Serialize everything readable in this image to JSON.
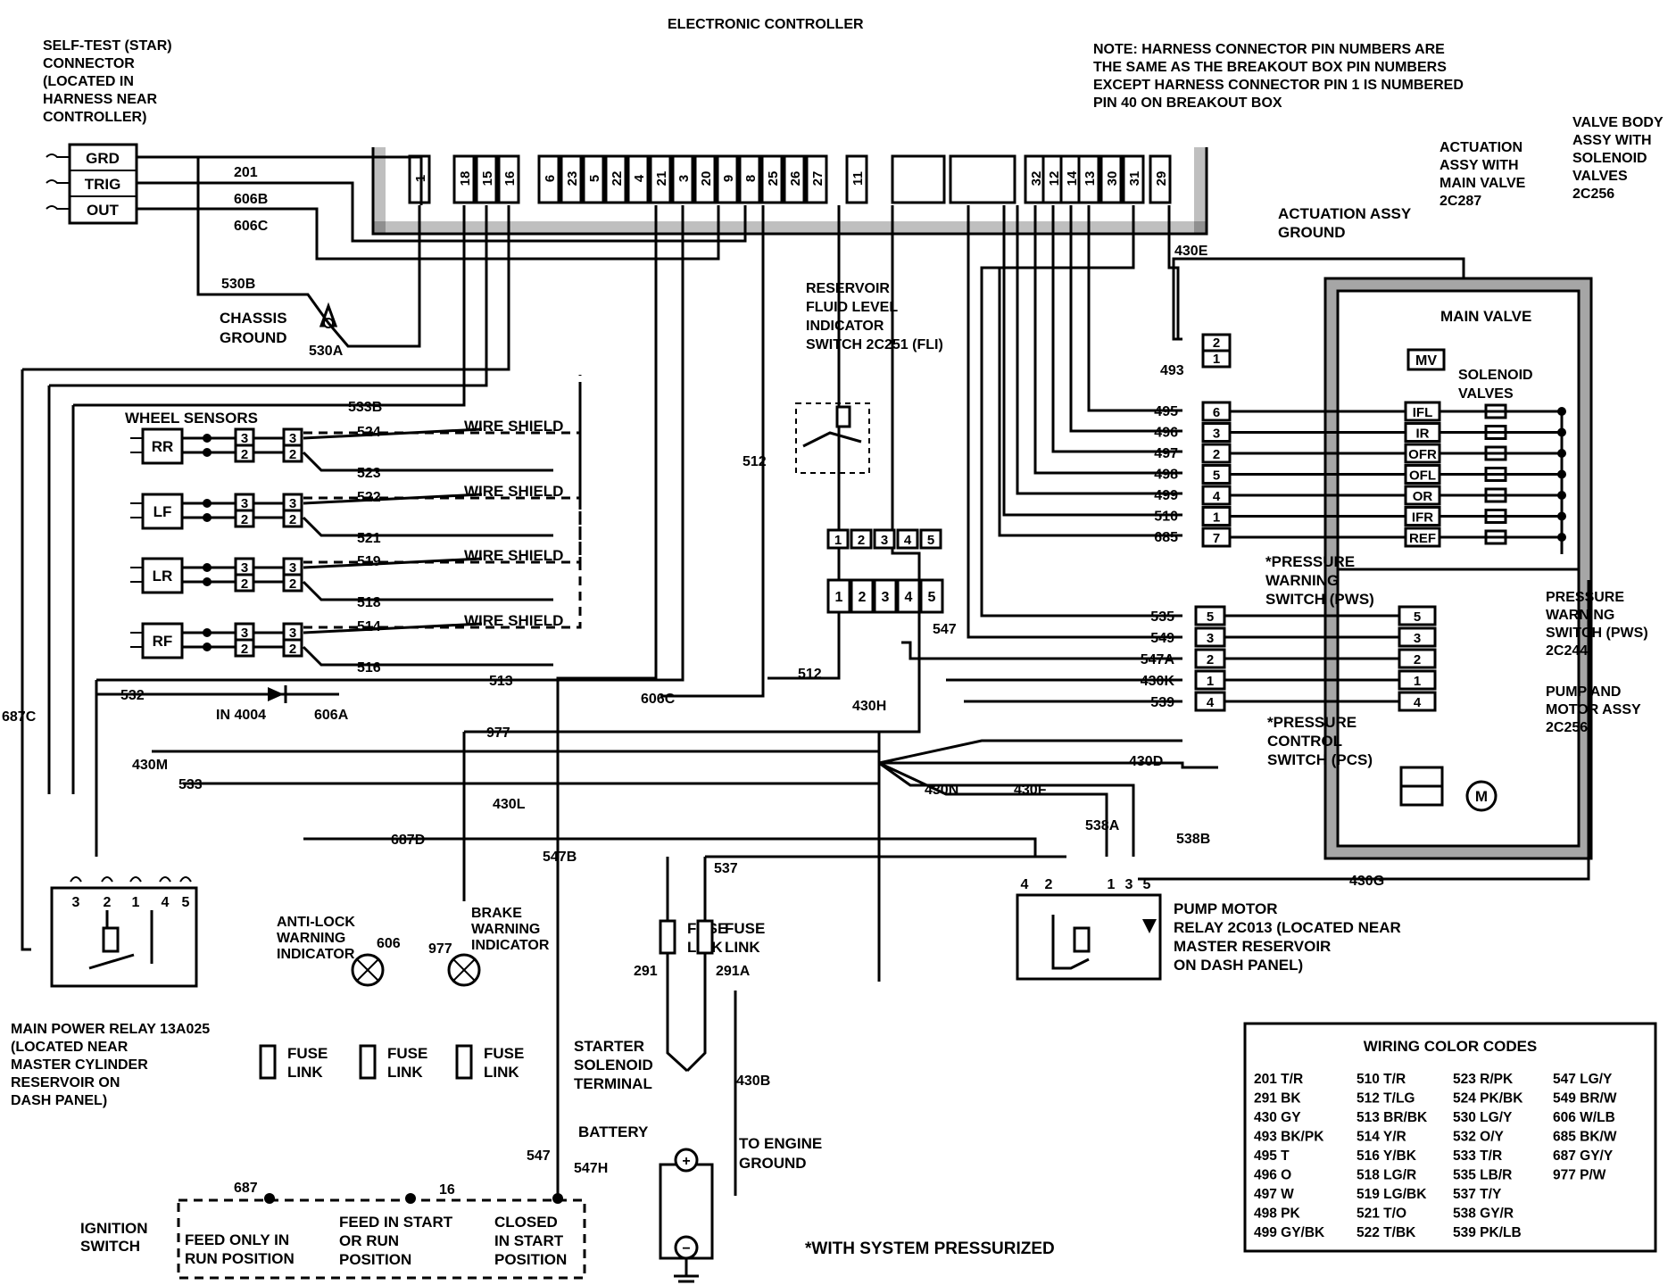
{
  "title": "ELECTRONIC CONTROLLER",
  "note": [
    "NOTE: HARNESS CONNECTOR PIN NUMBERS ARE",
    "THE SAME AS THE BREAKOUT BOX PIN NUMBERS",
    "EXCEPT HARNESS CONNECTOR PIN 1 IS NUMBERED",
    "PIN 40 ON BREAKOUT BOX"
  ],
  "self_test": {
    "label": [
      "SELF-TEST (STAR)",
      "CONNECTOR",
      "(LOCATED IN",
      "HARNESS NEAR",
      "CONTROLLER)"
    ],
    "pins": [
      "GRD",
      "TRIG",
      "OUT"
    ]
  },
  "controller_pins": [
    "1",
    "18",
    "15",
    "16",
    "6",
    "23",
    "5",
    "22",
    "4",
    "21",
    "3",
    "20",
    "9",
    "8",
    "25",
    "26",
    "27",
    "11",
    "32",
    "12",
    "14",
    "13",
    "30",
    "31",
    "29"
  ],
  "wheel_sensors": {
    "title": "WHEEL SENSORS",
    "sensors": [
      {
        "name": "RR",
        "top": "524",
        "bottom": "523",
        "shield": "WIRE SHIELD"
      },
      {
        "name": "LF",
        "top": "522",
        "bottom": "521",
        "shield": "WIRE SHIELD"
      },
      {
        "name": "LR",
        "top": "519",
        "bottom": "518",
        "shield": "WIRE SHIELD"
      },
      {
        "name": "RF",
        "top": "514",
        "bottom": "516",
        "shield": "WIRE SHIELD"
      }
    ],
    "pin_labels": [
      "3",
      "2"
    ]
  },
  "chassis_ground": [
    "CHASSIS",
    "GROUND"
  ],
  "wire_labels": {
    "w201": "201",
    "w606b": "606B",
    "w606c_top": "606C",
    "w530b": "530B",
    "w530a": "530A",
    "w533b": "533B",
    "w687c": "687C",
    "w532": "532",
    "diode": "IN 4004",
    "w606a": "606A",
    "w513": "513",
    "w606c": "606C",
    "w512_a": "512",
    "w512_b": "512",
    "w977": "977",
    "w430m": "430M",
    "w533": "533",
    "w430l": "430L",
    "w687d": "687D",
    "w547b": "547B",
    "w537": "537",
    "w430h": "430H",
    "w547": "547",
    "w430n": "430N",
    "w430f": "430F",
    "w430d": "430D",
    "w538a": "538A",
    "w538b": "538B",
    "w430g": "430G",
    "w430e": "430E",
    "w493": "493",
    "w291": "291",
    "w291a": "291A",
    "w430b": "430B",
    "w547_bot": "547",
    "w547h": "547H",
    "w687_bot": "687",
    "w16": "16",
    "w606_lamp": "606",
    "w977_lamp": "977"
  },
  "reservoir": [
    "RESERVOIR",
    "FLUID LEVEL",
    "INDICATOR",
    "SWITCH 2C251 (FLI)"
  ],
  "fli_pins": [
    "1",
    "2",
    "3",
    "4",
    "5"
  ],
  "actuation_ground": [
    "ACTUATION ASSY",
    "GROUND"
  ],
  "actuation_assy": [
    "ACTUATION",
    "ASSY WITH",
    "MAIN VALVE",
    "2C287"
  ],
  "valve_body": [
    "VALVE BODY",
    "ASSY WITH",
    "SOLENOID",
    "VALVES",
    "2C256"
  ],
  "main_valve": "MAIN VALVE",
  "mv": "MV",
  "solenoid_valves": [
    "SOLENOID",
    "VALVES"
  ],
  "valve_rows": [
    {
      "wire": "495",
      "pin": "6",
      "code": "IFL"
    },
    {
      "wire": "496",
      "pin": "3",
      "code": "IR"
    },
    {
      "wire": "497",
      "pin": "2",
      "code": "OFR"
    },
    {
      "wire": "498",
      "pin": "5",
      "code": "OFL"
    },
    {
      "wire": "499",
      "pin": "4",
      "code": "OR"
    },
    {
      "wire": "510",
      "pin": "1",
      "code": "IFR"
    },
    {
      "wire": "685",
      "pin": "7",
      "code": "REF"
    }
  ],
  "mv_pins": [
    "2",
    "1"
  ],
  "pws_label": [
    "*PRESSURE",
    "WARNING",
    "SWITCH (PWS)"
  ],
  "pws_right": [
    "PRESSURE",
    "WARNING",
    "SWITCH (PWS)",
    "2C244"
  ],
  "pcs_label": [
    "*PRESSURE",
    "CONTROL",
    "SWITCH (PCS)"
  ],
  "pump_assy": [
    "PUMP AND",
    "MOTOR ASSY",
    "2C256"
  ],
  "pump_rows": [
    {
      "wire": "535",
      "pin": "5",
      "inner": "5"
    },
    {
      "wire": "549",
      "pin": "3",
      "inner": "3"
    },
    {
      "wire": "547A",
      "pin": "2",
      "inner": "2"
    },
    {
      "wire": "430K",
      "pin": "1",
      "inner": "1"
    },
    {
      "wire": "539",
      "pin": "4",
      "inner": "4"
    }
  ],
  "motor": "M",
  "pump_relay": [
    "PUMP MOTOR",
    "RELAY 2C013 (LOCATED NEAR",
    "MASTER RESERVOIR",
    "ON DASH PANEL)"
  ],
  "pump_relay_pins": [
    "4",
    "2",
    "1",
    "3",
    "5"
  ],
  "main_relay": [
    "MAIN POWER RELAY 13A025",
    "(LOCATED NEAR",
    "MASTER CYLINDER",
    "RESERVOIR ON",
    "DASH PANEL)"
  ],
  "main_relay_pins": [
    "3",
    "2",
    "1",
    "4",
    "5"
  ],
  "anti_lock": [
    "ANTI-LOCK",
    "WARNING",
    "INDICATOR"
  ],
  "brake_warn": [
    "BRAKE",
    "WARNING",
    "INDICATOR"
  ],
  "fuse_link": [
    "FUSE",
    "LINK"
  ],
  "starter": [
    "STARTER",
    "SOLENOID",
    "TERMINAL"
  ],
  "battery": "BATTERY",
  "engine_ground": [
    "TO ENGINE",
    "GROUND"
  ],
  "ignition": [
    "IGNITION",
    "SWITCH"
  ],
  "ign_pos": {
    "a": [
      "FEED ONLY IN",
      "RUN POSITION"
    ],
    "b": [
      "FEED IN START",
      "OR RUN",
      "POSITION"
    ],
    "c": [
      "CLOSED",
      "IN START",
      "POSITION"
    ]
  },
  "footnote": "*WITH SYSTEM PRESSURIZED",
  "color_codes": {
    "title": "WIRING COLOR CODES",
    "columns": [
      [
        "201 T/R",
        "291 BK",
        "430 GY",
        "493 BK/PK",
        "495 T",
        "496 O",
        "497 W",
        "498 PK",
        "499 GY/BK"
      ],
      [
        "510 T/R",
        "512 T/LG",
        "513 BR/BK",
        "514 Y/R",
        "516 Y/BK",
        "518 LG/R",
        "519 LG/BK",
        "521 T/O",
        "522 T/BK"
      ],
      [
        "523 R/PK",
        "524 PK/BK",
        "530 LG/Y",
        "532 O/Y",
        "533 T/R",
        "535 LB/R",
        "537 T/Y",
        "538 GY/R",
        "539 PK/LB"
      ],
      [
        "547 LG/Y",
        "549 BR/W",
        "606 W/LB",
        "685 BK/W",
        "687 GY/Y",
        "977 P/W"
      ]
    ]
  }
}
